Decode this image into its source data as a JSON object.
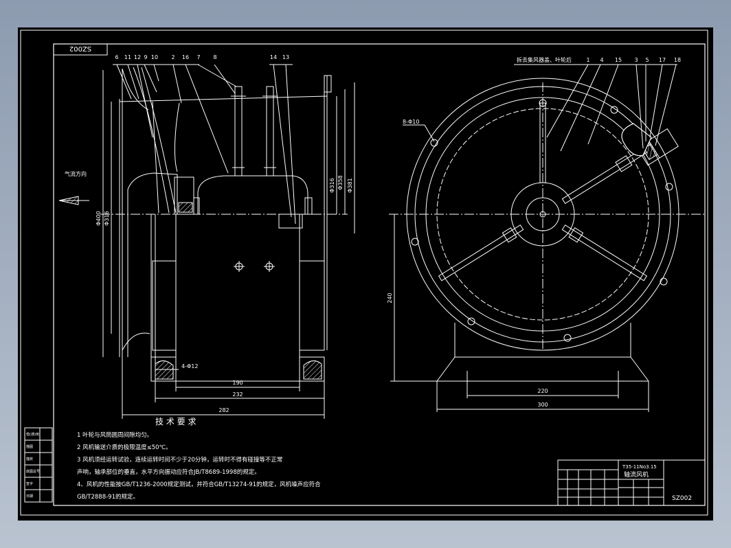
{
  "drawing_number": "SZ002",
  "side_view": {
    "part_labels": [
      "6",
      "11",
      "12",
      "9",
      "10",
      "2",
      "16",
      "7",
      "8",
      "14",
      "13"
    ],
    "airflow_label": "气流方向",
    "dimensions": {
      "d_overall": "Φ400",
      "d_inner": "Φ316",
      "d_casing": "Φ316",
      "d_flange": "Φ358",
      "d_outer": "Φ381",
      "hole_note": "4-Φ12",
      "w190": "190",
      "w232": "232",
      "w282": "282"
    }
  },
  "front_view": {
    "title": "拆去集风器盖、叶轮后",
    "part_labels": [
      "1",
      "4",
      "15",
      "3",
      "5",
      "17",
      "18"
    ],
    "hole_note": "8-Φ10",
    "dimensions": {
      "h240": "240",
      "w220": "220",
      "w300": "300"
    }
  },
  "tech_requirements": {
    "heading": "技 术 要 求",
    "lines": [
      "1 叶轮与风筒圆周间隙均匀。",
      "2 风机输送介质的极限温度≤50℃。",
      "3 风机须经运转试验，连续运转时间不少于20分钟，运转时不得有碰撞等不正常",
      "声响，轴承部位的垂直，水平方向振动应符合JB/T8689-1998的规定。",
      "4、风机的性能按GB/T1236-2000规定测试，并符合GB/T13274-91的规定，风机噪声应符合",
      "GB/T2888-91的规定。"
    ]
  },
  "title_block": {
    "model": "T35-11No3.15",
    "name": "轴流风机",
    "drawing_no": "SZ002"
  },
  "left_strip": {
    "rows": [
      "借(通)用",
      "描图",
      "描校",
      "底图总号",
      "签字",
      "日期"
    ]
  }
}
